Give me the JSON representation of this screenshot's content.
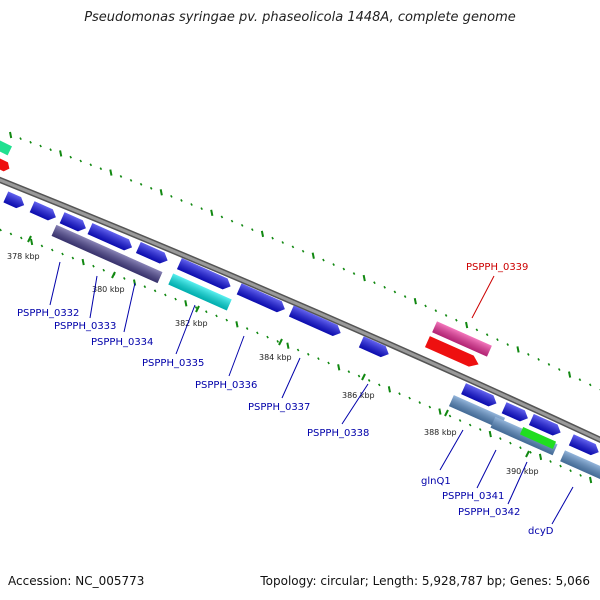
{
  "title": "Pseudomonas syringae pv. phaseolicola 1448A, complete genome",
  "footer": {
    "accession": "Accession: NC_005773",
    "summary": "Topology: circular; Length: 5,928,787 bp; Genes: 5,066"
  },
  "kbp_ticks": [
    "378 kbp",
    "380 kbp",
    "382 kbp",
    "384 kbp",
    "386 kbp",
    "388 kbp",
    "390 kbp"
  ],
  "gene_labels": [
    "PSPPH_0332",
    "PSPPH_0333",
    "PSPPH_0334",
    "PSPPH_0335",
    "PSPPH_0336",
    "PSPPH_0337",
    "PSPPH_0338",
    "PSPPH_0339",
    "glnQ1",
    "PSPPH_0341",
    "PSPPH_0342",
    "dcyD"
  ],
  "colors": {
    "backbone": "#8a8a8a",
    "gene_blue": "#1010e8",
    "gene_dark": "#4a4290",
    "gene_cyan": "#00e8e8",
    "gene_red": "#ee1010",
    "gene_pink": "#ee2f9a",
    "gene_steel": "#5a8ec8",
    "gene_green": "#20dd20",
    "gene_teal": "#20e090",
    "tick_green": "#118811",
    "label_blue": "#0000aa",
    "label_red": "#cc0000"
  }
}
